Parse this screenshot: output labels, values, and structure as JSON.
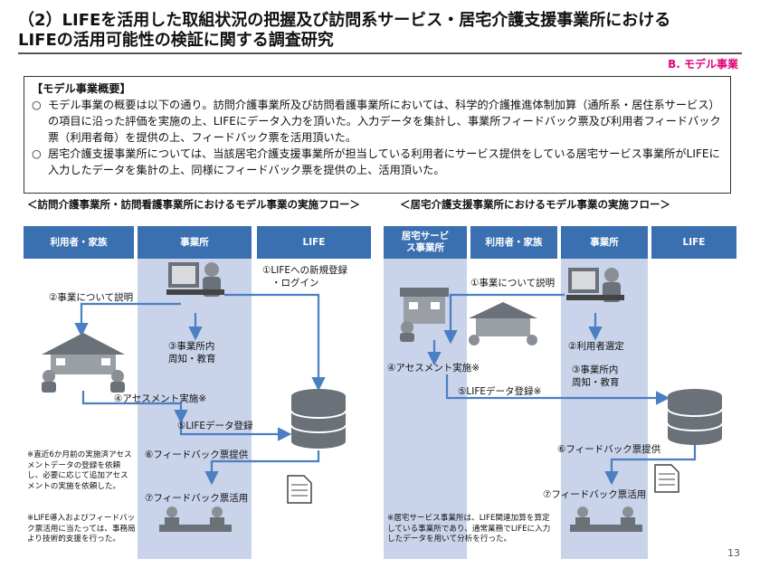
{
  "title": {
    "line1": "（2）LIFEを活用した取組状況の把握及び訪問系サービス・居宅介護支援事業所における",
    "line2": "LIFEの活用可能性の検証に関する調査研究"
  },
  "badge": "B. モデル事業",
  "overview": {
    "heading": "【モデル事業概要】",
    "bullets": [
      "モデル事業の概要は以下の通り。訪問介護事業所及び訪問看護事業所においては、科学的介護推進体制加算（通所系・居住系サービス）の項目に沿った評価を実施の上、LIFEにデータ入力を頂いた。入力データを集計し、事業所フィードバック票及び利用者フィードバック票（利用者毎）を提供の上、フィードバック票を活用頂いた。",
      "居宅介護支援事業所については、当該居宅介護支援事業所が担当している利用者にサービス提供をしている居宅サービス事業所がLIFEに入力したデータを集計の上、同様にフィードバック票を提供の上、活用頂いた。"
    ],
    "bullet_mark": "○"
  },
  "left_flow": {
    "title": "＜訪問介護事業所・訪問看護事業所におけるモデル事業の実施フロー＞",
    "columns": [
      "利用者・家族",
      "事業所",
      "LIFE"
    ],
    "steps": {
      "s1a": "①LIFEへの新規登録",
      "s1b": "・ログイン",
      "s2": "②事業について説明",
      "s3a": "③事業所内",
      "s3b": "周知・教育",
      "s4": "④アセスメント実施※",
      "s5": "⑤LIFEデータ登録",
      "s6": "⑥フィードバック票提供",
      "s7": "⑦フィードバック票活用"
    },
    "notes": [
      "※直近6か月前の実施済アセスメントデータの登録を依頼し、必要に応じて追加アセスメントの実施を依頼した。",
      "※LIFE導入およびフィードバック票活用に当たっては、事務局より技術的支援を行った。"
    ]
  },
  "right_flow": {
    "title": "＜居宅介護支援事業所におけるモデル事業の実施フロー＞",
    "columns": [
      "居宅サービス事業所",
      "利用者・家族",
      "事業所",
      "LIFE"
    ],
    "steps": {
      "s1": "①事業について説明",
      "s2": "②利用者選定",
      "s3a": "③事業所内",
      "s3b": "周知・教育",
      "s4": "④アセスメント実施※",
      "s5": "⑤LIFEデータ登録※",
      "s6": "⑥フィードバック票提供",
      "s7": "⑦フィードバック票活用"
    },
    "note": "※居宅サービス事業所は、LIFE関連加算を算定している事業所であり、通常業務でLIFEに入力したデータを用いて分析を行った。"
  },
  "page_number": "13",
  "colors": {
    "header_blue": "#3a6fb0",
    "band": "#c9d3ea",
    "arrow": "#4a7fc1",
    "badge": "#e0007a"
  }
}
